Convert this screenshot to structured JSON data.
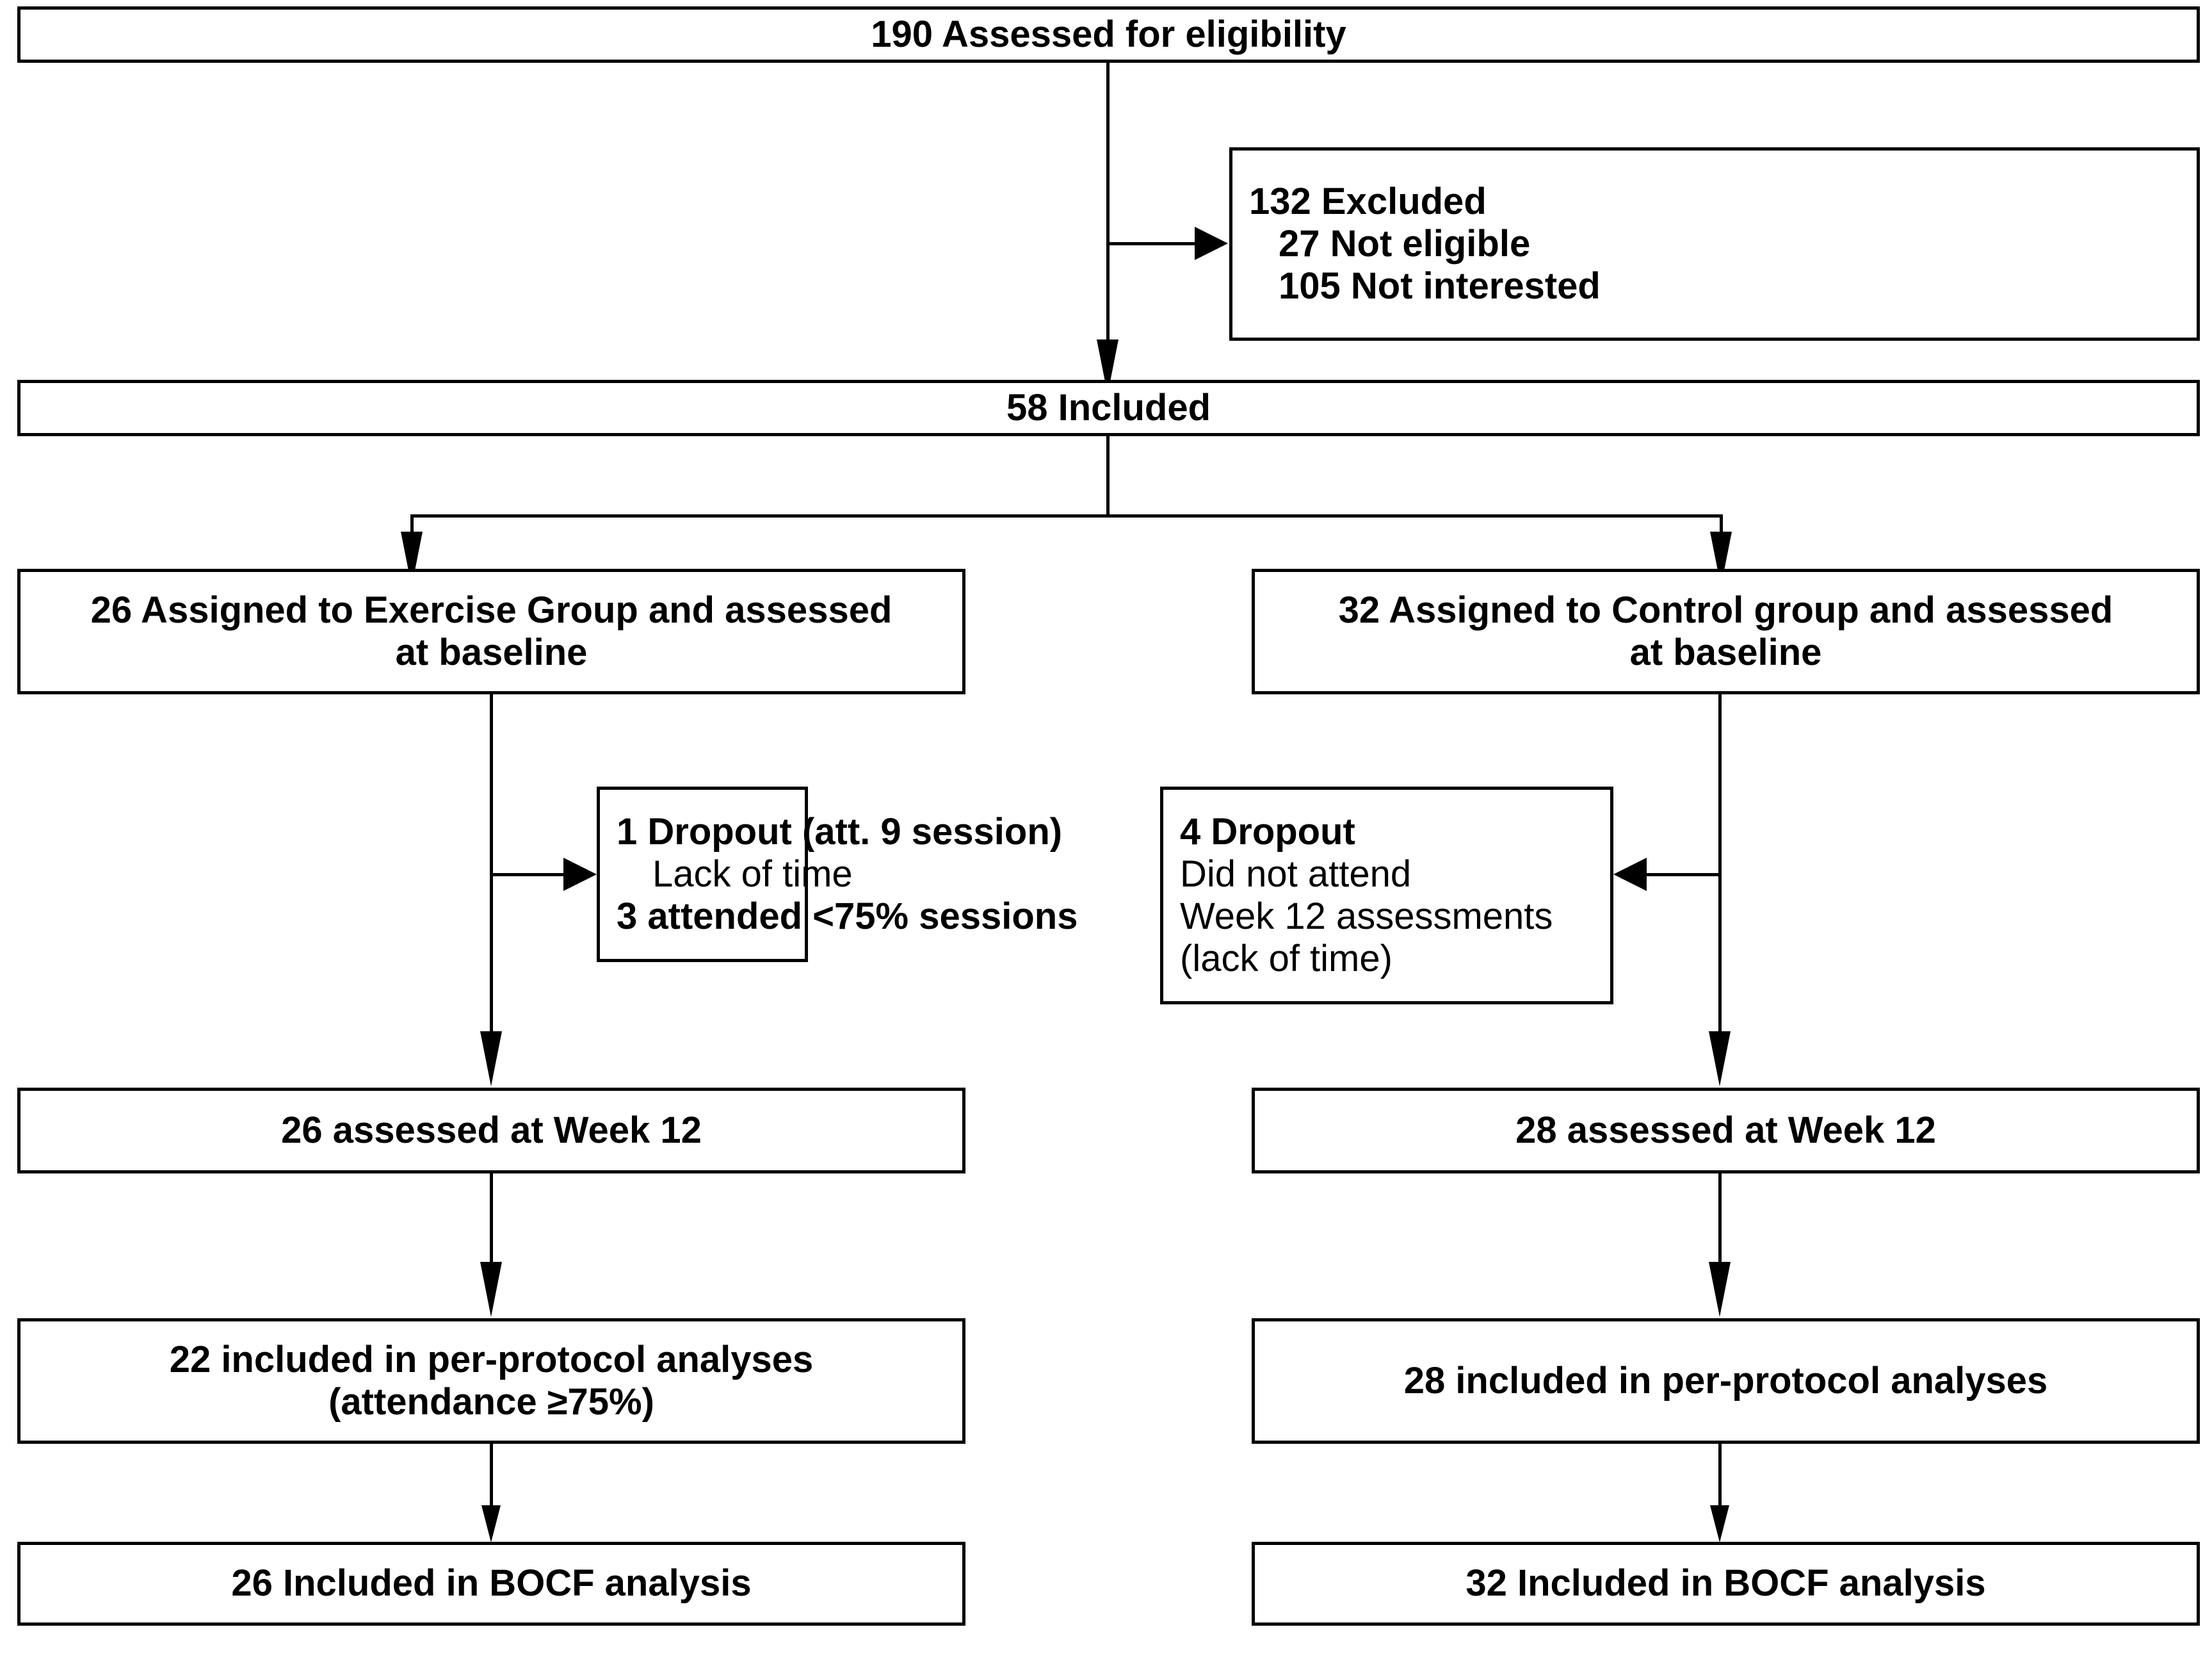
{
  "diagram": {
    "type": "CONSORT participant flow diagram",
    "colors": {
      "line": "#000000",
      "box_fill": "#ffffff",
      "text": "#000000"
    }
  },
  "nodes": {
    "assessed": {
      "label": "190 Assessed for eligibility",
      "count": 190
    },
    "excluded": {
      "heading": "132 Excluded",
      "count": 132,
      "reasons": [
        {
          "label": "27 Not eligible",
          "count": 27
        },
        {
          "label": "105 Not interested",
          "count": 105
        }
      ]
    },
    "included": {
      "label": "58 Included",
      "count": 58
    },
    "exercise_assigned": {
      "line1": "26 Assigned to Exercise Group and assessed",
      "line2": "at baseline",
      "count": 26
    },
    "control_assigned": {
      "line1": "32 Assigned to Control group and assessed",
      "line2": "at baseline",
      "count": 32
    },
    "exercise_dropout": {
      "line1": "1 Dropout (att. 9 session)",
      "line2": "Lack of time",
      "line3": "3 attended <75% sessions",
      "dropouts": 1,
      "low_attendance": 3
    },
    "control_dropout": {
      "line1": "4 Dropout",
      "line2": "Did not attend",
      "line3": "Week 12 assessments",
      "line4": "(lack of time)",
      "dropouts": 4
    },
    "exercise_week12": {
      "label": "26 assessed at Week 12",
      "count": 26
    },
    "control_week12": {
      "label": "28 assessed at Week 12",
      "count": 28
    },
    "exercise_pp": {
      "line1": "22 included in per-protocol analyses",
      "line2": "(attendance ≥75%)",
      "count": 22
    },
    "control_pp": {
      "line1": "28 included in per-protocol analyses",
      "line2": "",
      "count": 28
    },
    "exercise_bocf": {
      "label": "26 Included in BOCF analysis",
      "count": 26
    },
    "control_bocf": {
      "label": "32 Included in BOCF analysis",
      "count": 32
    }
  }
}
